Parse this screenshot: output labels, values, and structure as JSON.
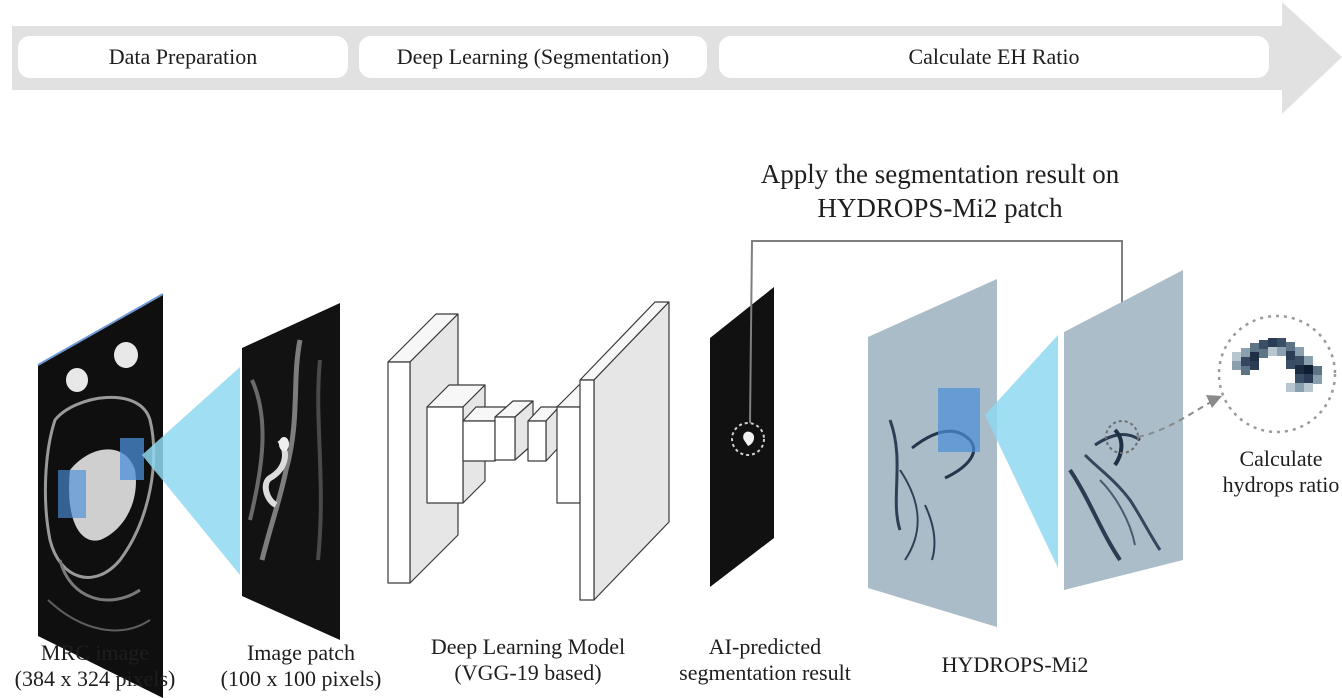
{
  "stages": [
    {
      "label": "Data Preparation"
    },
    {
      "label": "Deep Learning (Segmentation)"
    },
    {
      "label": "Calculate EH Ratio"
    }
  ],
  "annotation": {
    "line1": "Apply the segmentation result on",
    "line2": "HYDROPS-Mi2 patch"
  },
  "captions": {
    "mrc_image": {
      "line1": "MRC image",
      "line2": "(384 x 324 pixels)"
    },
    "image_patch": {
      "line1": "Image patch",
      "line2": "(100 x 100 pixels)"
    },
    "model": {
      "line1": "Deep Learning Model",
      "line2": "(VGG-19 based)"
    },
    "ai_result": {
      "line1": "AI-predicted",
      "line2": "segmentation result"
    },
    "hydrops": {
      "line1": "HYDROPS-Mi2"
    },
    "ratio": {
      "line1": "Calculate",
      "line2": "hydrops ratio"
    }
  },
  "colors": {
    "arrow": "#e0e0e0",
    "projection": "#8fd8f2",
    "highlight": "#4a8fd8",
    "hydrops_panel": "#a9bcc8",
    "dark_panel": "#111111",
    "model_block": "#f4f4f4"
  }
}
